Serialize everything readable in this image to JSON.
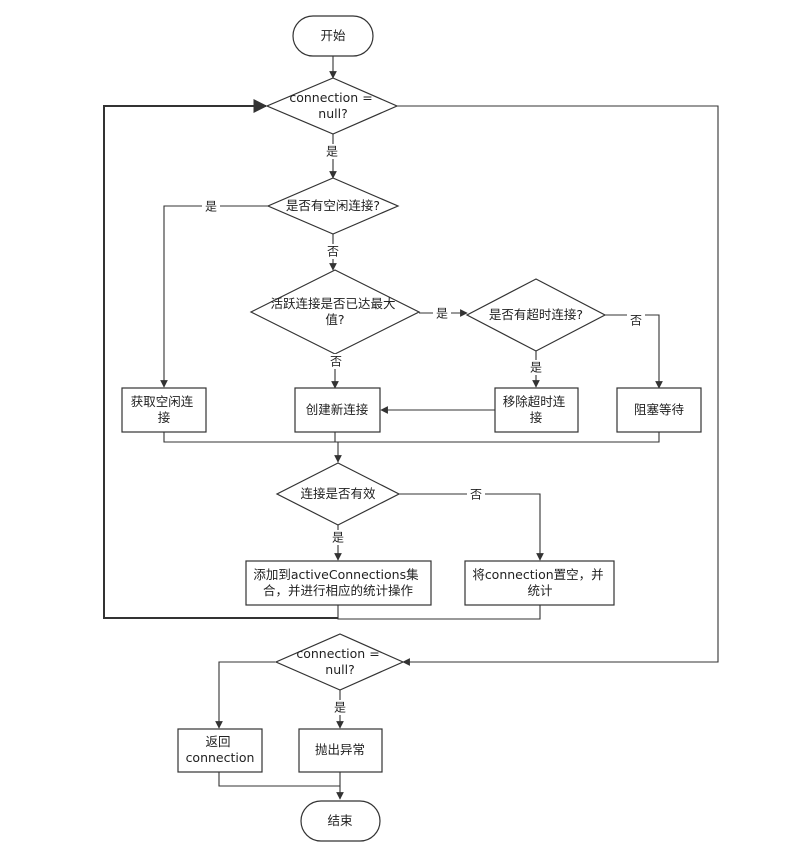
{
  "nodes": {
    "start": [
      "开始"
    ],
    "check_null_1": [
      "connection =",
      "null?"
    ],
    "has_idle": [
      "是否有空闲连接?"
    ],
    "active_max": [
      "活跃连接是否已达最大",
      "值?"
    ],
    "has_timeout": [
      "是否有超时连接?"
    ],
    "get_idle": [
      "获取空闲连",
      "接"
    ],
    "create_new": [
      "创建新连接"
    ],
    "remove_timeout": [
      "移除超时连",
      "接"
    ],
    "block_wait": [
      "阻塞等待"
    ],
    "is_valid": [
      "连接是否有效"
    ],
    "add_active": [
      "添加到activeConnections集",
      "合，并进行相应的统计操作"
    ],
    "set_null": [
      "将connection置空，并",
      "统计"
    ],
    "check_null_2": [
      "connection =",
      "null?"
    ],
    "return_conn": [
      "返回",
      "connection"
    ],
    "throw_exc": [
      "抛出异常"
    ],
    "end": [
      "结束"
    ]
  },
  "edge_labels": {
    "null1_yes": "是",
    "idle_yes": "是",
    "idle_no": "否",
    "max_yes": "是",
    "max_no": "否",
    "timeout_yes": "是",
    "timeout_no": "否",
    "valid_yes": "是",
    "valid_no": "否",
    "null2_yes": "是"
  },
  "colors": {
    "stroke": "#333333",
    "fill": "#ffffff",
    "text": "#222222"
  }
}
